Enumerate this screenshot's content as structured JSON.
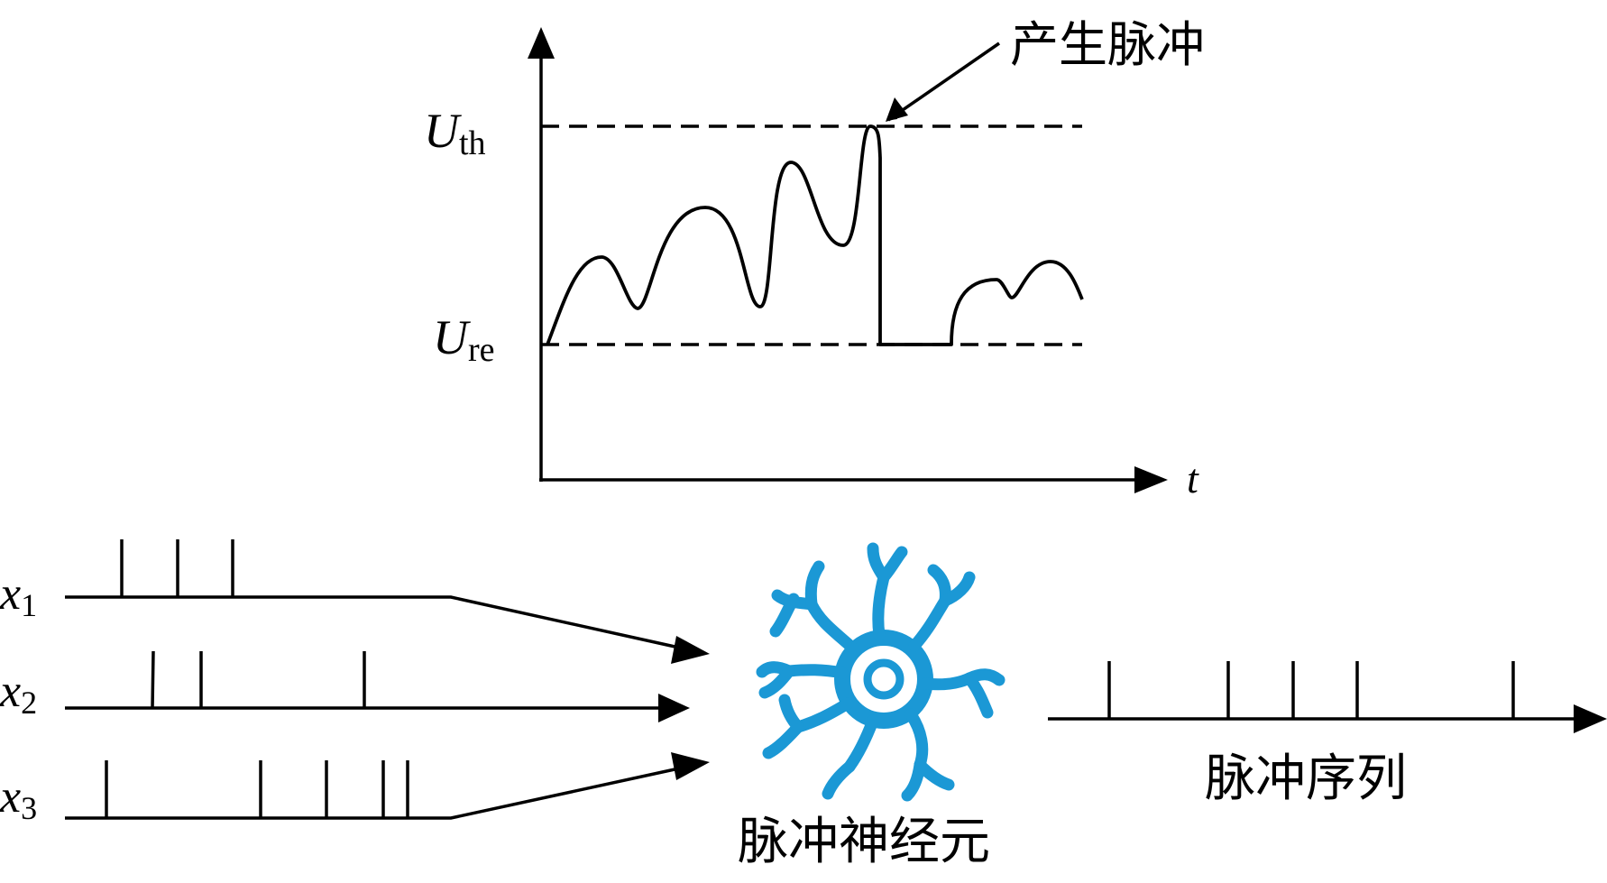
{
  "plot": {
    "axis_x_label": "t",
    "threshold_symbol": "U",
    "threshold_sub": "th",
    "reset_symbol": "U",
    "reset_sub": "re",
    "spike_annotation": "产生脉冲"
  },
  "inputs": [
    {
      "symbol": "x",
      "sub": "1"
    },
    {
      "symbol": "x",
      "sub": "2"
    },
    {
      "symbol": "x",
      "sub": "3"
    }
  ],
  "neuron": {
    "label": "脉冲神经元",
    "color": "#1b98d5"
  },
  "output": {
    "label": "脉冲序列"
  }
}
